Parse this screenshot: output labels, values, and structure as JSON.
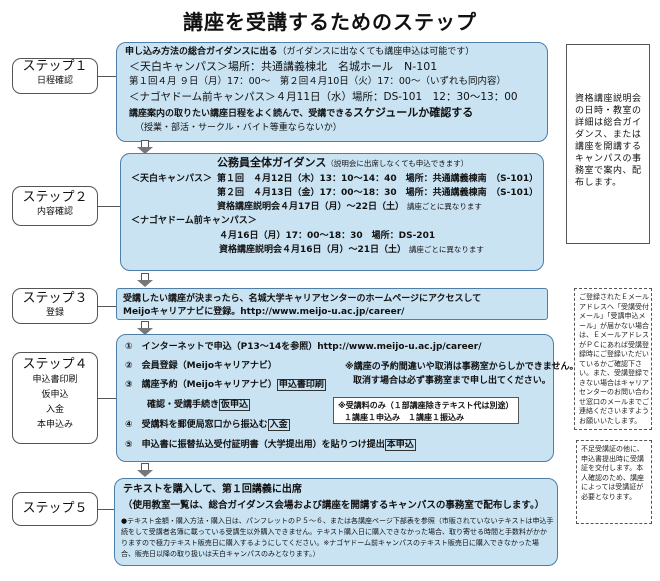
{
  "title": "講座を受講するためのステップ",
  "steps": [
    {
      "label": "ステップ１",
      "sub": [
        "日程確認"
      ]
    },
    {
      "label": "ステップ２",
      "sub": [
        "内容確認"
      ]
    },
    {
      "label": "ステップ３",
      "sub": [
        "登録"
      ]
    },
    {
      "label": "ステップ４",
      "sub": [
        "申込書印刷",
        "仮申込",
        "入金",
        "本申込み"
      ]
    },
    {
      "label": "ステップ５",
      "sub": []
    }
  ],
  "box1": {
    "l1_bold": "申し込み方法の総合ガイダンスに出る",
    "l1_note": "（ガイダンスに出なくても講座申込は可能です）",
    "l2": "＜天白キャンパス＞場所：共通講義棟北　名城ホール　N-101",
    "l3": "第１回４月 ９日（月）17：00～　第２回４月10日（火）17：00～（いずれも同内容）",
    "l4": "＜ナゴヤドーム前キャンパス＞４月11日（水）場所：DS-101　12：30～13：00",
    "l5a": "講座案内の取りたい講座日程をよく読んで、受講できる",
    "l5b": "スケジュールか確認する",
    "l6": "（授業・部活・サークル・バイト等重ならないか）"
  },
  "box2": {
    "heading": "公務員全体ガイダンス",
    "heading_note": "（説明会に出席しなくても申込できます）",
    "tenpaku": "＜天白キャンパス＞",
    "r1": "第１回　４月12日（木）13：10～14：40　場所：共通講義棟南　（S-101）",
    "r2": "第２回　４月13日（金）17：00～18：30　場所：共通講義棟南　（S-101）",
    "r3a": "資格講座説明会４月17日（月）～22日（土）",
    "r3b": "講座ごとに異なります",
    "dome": "＜ナゴヤドーム前キャンパス＞",
    "r4": "４月16日（月）17：00～18：30　場所：DS-201",
    "r5a": "資格講座説明会４月16日（月）～21日（土）",
    "r5b": "講座ごとに異なります"
  },
  "right_note1": "資格講座説明会の日時・教室の詳細は総合ガイダンス、または講座を開講するキャンパスの事務室で案内、配布します。",
  "box3": {
    "l1": "受講したい講座が決まったら、名城大学キャリアセンターのホームページにアクセスして",
    "l2": "Meijoキャリアナビに登録。http://www.meijo-u.ac.jp/career/"
  },
  "right_note2": "ご登録されたＥメールアドレスへ「受講受付メール」「受講申込メール」が届かない場合は、ＥメールアドレスがＰＣにあれば受講登録時にご登録いただいているかご確認下さい。また、受講登録できない場合はキャリアセンターのお問い合わせ窓口のメールまでご連絡くださいますようお願いいたします。",
  "box4": {
    "i1": "①　インターネットで申込（P13～14を参照）http://www.meijo-u.ac.jp/career/",
    "i2": "②　会員登録（Meijoキャリアナビ）",
    "i3a": "③　講座予約（Meijoキャリアナビ）",
    "i3tag": "申込書印刷",
    "i3b": "確認・受講手続き",
    "i3btag": "仮申込",
    "i4": "④　受講料を郵便局窓口から振込む",
    "i4tag": "入金",
    "i5": "⑤　申込書に振替払込受付証明書（大学提出用）を貼りつけ提出",
    "i5tag": "本申込",
    "note1": "※講座の予約間違いや取消は事務室からしかできません。",
    "note2": "取消す場合は必ず事務室まで申し出てください。",
    "inner1": "※受講料のみ（１部講座除きテキスト代は別途）",
    "inner2": "１講座１申込み　１講座１振込み"
  },
  "right_note3": "不足受講証の他に、申込書提出時に受講証を交付します。本人確認のため、講座によっては受講証が必要となります。",
  "box5": {
    "l1": "テキストを購入して、第１回講義に出席",
    "l2": "（使用教室一覧は、総合ガイダンス会場および講座を開講するキャンパスの事務室で配布します。）",
    "n1": "●テキスト金額・購入方法・購入日は、パンフレットのＰ５～６、または各講座ページ下部表を参照（市販されていないテキストは申込手",
    "n2": "続をして受講者名簿に載っている受講生以外購入できません。テキスト購入日に購入できなかった場合、取り寄せる時間と手数料がかか",
    "n3": "りますので極力テキスト販売日に購入するようにしてください。※ナゴヤドーム前キャンパスのテキスト販売日に購入できなかった場",
    "n4": "合、販売日以降の取り扱いは天白キャンパスのみとなります。）"
  },
  "icons": {
    "arrow": "down-arrow-icon"
  }
}
